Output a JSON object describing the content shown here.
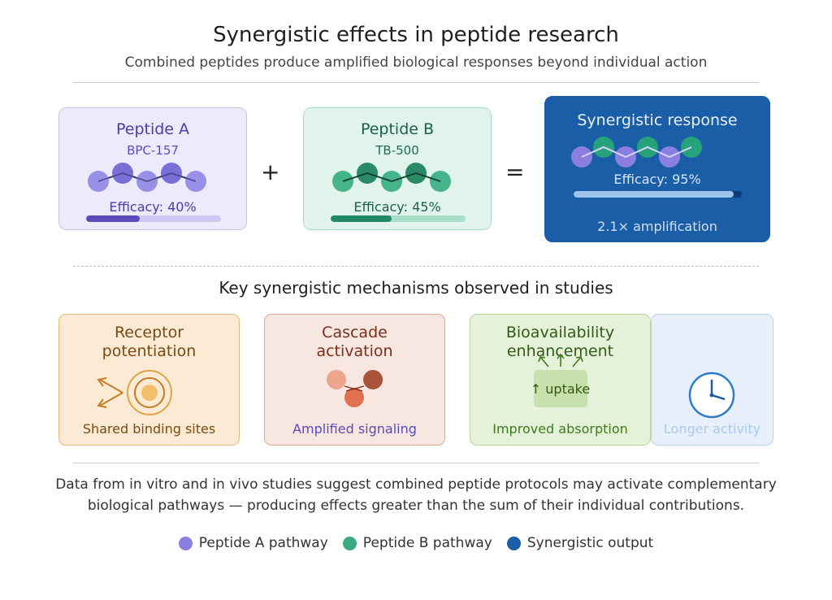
{
  "header": {
    "title": "Synergistic effects in peptide research",
    "subtitle": "Combined peptides produce amplified biological responses beyond individual action"
  },
  "peptide_a": {
    "name": "Peptide A",
    "code": "BPC-157",
    "efficacy_label": "Efficacy: 40%",
    "efficacy": 0.4,
    "color": "#8a7fe0",
    "dark": "#5a4bbd"
  },
  "peptide_b": {
    "name": "Peptide B",
    "code": "TB-500",
    "efficacy_label": "Efficacy: 45%",
    "efficacy": 0.45,
    "color": "#3aaa80",
    "dark": "#1f8a63"
  },
  "operators": {
    "plus": "+",
    "equals": "="
  },
  "synergy": {
    "title": "Synergistic response",
    "efficacy_label": "Efficacy: 95%",
    "efficacy": 0.95,
    "amplification": "2.1× amplification",
    "color": "#1a5ea8"
  },
  "mechanisms": {
    "heading": "Key synergistic mechanisms observed in studies",
    "items": [
      {
        "title_line1": "Receptor",
        "title_line2": "potentiation",
        "caption": "Shared binding sites"
      },
      {
        "title_line1": "Cascade",
        "title_line2": "activation",
        "caption": "Amplified signaling"
      },
      {
        "title_line1": "Bioavailability",
        "title_line2": "enhancement",
        "caption": "Improved absorption",
        "inner_label": "↑ uptake"
      },
      {
        "caption": "Longer activity"
      }
    ]
  },
  "footnote": {
    "line1": "Data from in vitro and in vivo studies suggest combined peptide protocols may activate complementary",
    "line2": "biological pathways — producing effects greater than the sum of their individual contributions."
  },
  "legend": [
    {
      "label": "Peptide A pathway",
      "color": "#8a7fe0"
    },
    {
      "label": "Peptide B pathway",
      "color": "#3aaa80"
    },
    {
      "label": "Synergistic output",
      "color": "#1a5ea8"
    }
  ],
  "icons": [
    "molecule-chain-icon",
    "target-icon",
    "arrow-icon",
    "cascade-icon",
    "uptake-arrows-icon",
    "clock-icon"
  ]
}
